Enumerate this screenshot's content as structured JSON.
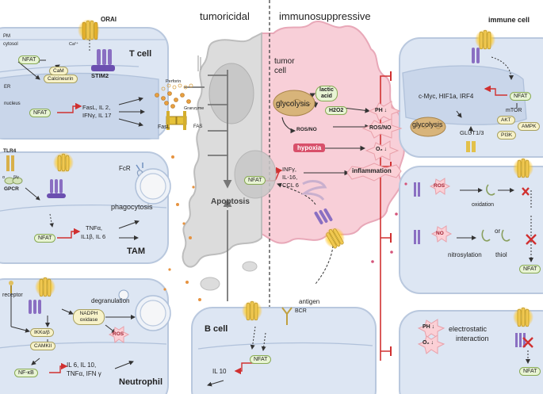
{
  "headers": {
    "left": "tumoricidal",
    "right": "immunosuppressive"
  },
  "tcell": {
    "title": "T cell",
    "orai": "ORAI",
    "pm": "PM",
    "cytosol": "cytosol",
    "ca": "Ca²⁺",
    "nfat_top": "NFAT",
    "cam": "CaM",
    "calcineurin": "Calcineurin",
    "er": "ER",
    "nucleus": "nucleus",
    "nfat": "NFAT",
    "stim2": "STIM2",
    "genes_line1": "FasL, IL 2,",
    "genes_line2": "IFNγ, IL 17",
    "perforin": "Perforin",
    "granzyme": "Granzyme",
    "fasl": "FasL",
    "fas": "FAS"
  },
  "tam": {
    "tlr4": "TLR4",
    "gbetagamma": "β/γ",
    "galpha": "α",
    "gpcr": "GPCR",
    "fcr": "FcR",
    "phagocytosis": "phagocytosis",
    "nfat": "NFAT",
    "genes_line1": "TNFα,",
    "genes_line2": "IL1β, IL 6",
    "title": "TAM"
  },
  "neutrophil": {
    "receptor": "receptor",
    "ikk": "IKKα/β",
    "camkii": "CAMKII",
    "nfkb": "NF-κB",
    "nadph_line1": "NADPH",
    "nadph_line2": "oxidase",
    "degranulation": "degranulation",
    "ros": "ROS",
    "genes_line1": "IL 6, IL 10,",
    "genes_line2": "TNFα, IFN γ",
    "title": "Neutrophil"
  },
  "center": {
    "apoptosis": "Apoptosis"
  },
  "tumor": {
    "title_line1": "tumor",
    "title_line2": "cell",
    "glycolysis": "glycolysis",
    "lactic_line1": "lactic",
    "lactic_line2": "acid",
    "h2o2": "H2O2",
    "ros_no": "ROS/NO",
    "hypoxia": "hypoxia",
    "nfat": "NFAT",
    "cytokines_line1": "INFγ,",
    "cytokines_line2": "IL-16,",
    "cytokines_line3": "CCL 6"
  },
  "effects": {
    "ph": "PH ↓",
    "ros_no": "ROS/NO",
    "o2": "O₂ ↓",
    "inflammation": "inflammation"
  },
  "bcell": {
    "antigen": "antigen",
    "bcr": "BCR",
    "title": "B cell",
    "nfat": "NFAT",
    "il10": "IL 10"
  },
  "immune": {
    "title": "immune cell",
    "nfat": "NFAT",
    "genes": "c-Myc, HIF1a, IRF4",
    "mtor": "mTOR",
    "akt": "AKT",
    "ampk": "AMPK",
    "pi3k": "PI3K",
    "glut": "GLUT1/3",
    "glycolysis": "glycolysis"
  },
  "ros_panel": {
    "ros": "ROS",
    "oxidation": "oxidation",
    "no": "NO",
    "nitrosylation": "nitrosylation",
    "or": "or",
    "thiol": "thiol",
    "nfat": "NFAT"
  },
  "ph_panel": {
    "ph": "PH ↓",
    "o2": "O₂ ↓",
    "text_line1": "electrostatic",
    "text_line2": "interaction",
    "nfat": "NFAT"
  },
  "colors": {
    "cell": "#dde6f3",
    "tumor": "#f7cdd6",
    "arrow_red": "#d03030",
    "gray_cell": "#d8d8d8",
    "nfat": "#e8f4d4"
  }
}
